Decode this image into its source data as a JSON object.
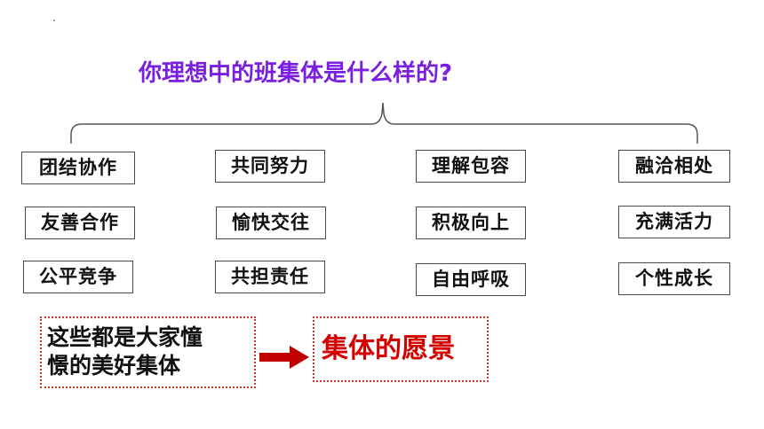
{
  "slide": {
    "question": "你理想中的班集体是什么样的?",
    "items": [
      [
        "团结协作",
        "共同努力",
        "理解包容",
        "融洽相处"
      ],
      [
        "友善合作",
        "愉快交往",
        "积极向上",
        "充满活力"
      ],
      [
        "公平竞争",
        "共担责任",
        "自由呼吸",
        "个性成长"
      ]
    ],
    "summary_line1": "这些都是大家憧",
    "summary_line2": "憬的美好集体",
    "conclusion": "集体的愿景",
    "colors": {
      "question": "#7a1fe0",
      "conclusion": "#d40000",
      "arrow": "#c00000",
      "dotted_border": "#c0392b"
    }
  }
}
